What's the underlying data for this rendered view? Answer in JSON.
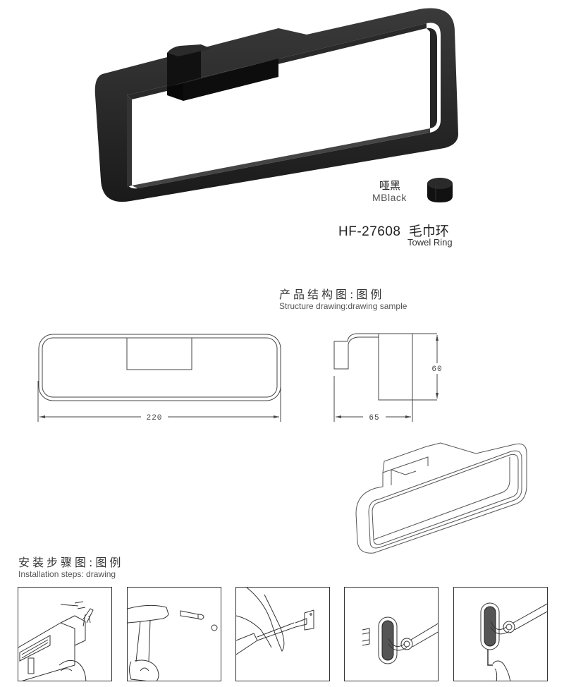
{
  "product": {
    "model": "HF-27608",
    "name_cn": "毛巾环",
    "name_en": "Towel Ring",
    "finish_cn": "哑黑",
    "finish_en": "MBlack",
    "finish_color": "#1a1a1a"
  },
  "structure": {
    "title_cn": "产品结构图:图例",
    "title_en": "Structure drawing:drawing sample",
    "dimensions": {
      "width": "220",
      "depth": "65",
      "height": "60"
    }
  },
  "installation": {
    "title_cn": "安装步骤图:图例",
    "title_en": "Installation steps: drawing",
    "steps": [
      {
        "icon": "drill-wall-icon"
      },
      {
        "icon": "hammer-anchor-icon"
      },
      {
        "icon": "screwdriver-bracket-icon"
      },
      {
        "icon": "mount-fixture-icon"
      },
      {
        "icon": "hex-key-tighten-icon"
      }
    ]
  }
}
